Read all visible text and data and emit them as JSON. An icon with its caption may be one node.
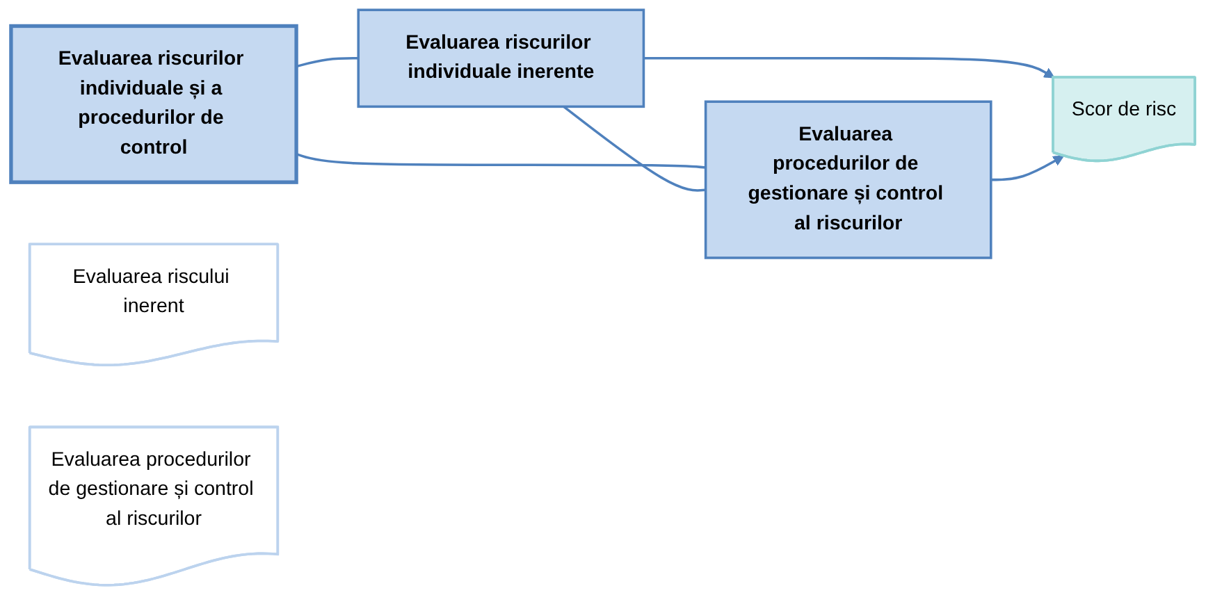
{
  "diagram": {
    "nodes": [
      {
        "text": [
          "Evaluarea riscurilor individuale și a procedurilor de control"
        ]
      },
      {
        "text": [
          "Evaluarea riscurilor individuale inerente"
        ]
      },
      {
        "text": [
          "Evaluarea riscului inerent"
        ]
      },
      {
        "text": [
          "Evaluarea procedurilor de gestionare și control al riscurilor"
        ]
      },
      {
        "text": [
          "Evaluarea procedurilor de gestionare și control al riscurilor"
        ]
      },
      {
        "text": [
          "Scor de risc"
        ]
      }
    ],
    "edges": [
      {
        "from": 0,
        "to": 1,
        "arrow": "none"
      },
      {
        "from": 0,
        "to": 3,
        "arrow": "none"
      },
      {
        "from": 1,
        "to": 3,
        "arrow": "none"
      },
      {
        "from": 1,
        "to": 5,
        "arrow": "to"
      },
      {
        "from": 3,
        "to": 5,
        "arrow": "to"
      }
    ]
  }
}
